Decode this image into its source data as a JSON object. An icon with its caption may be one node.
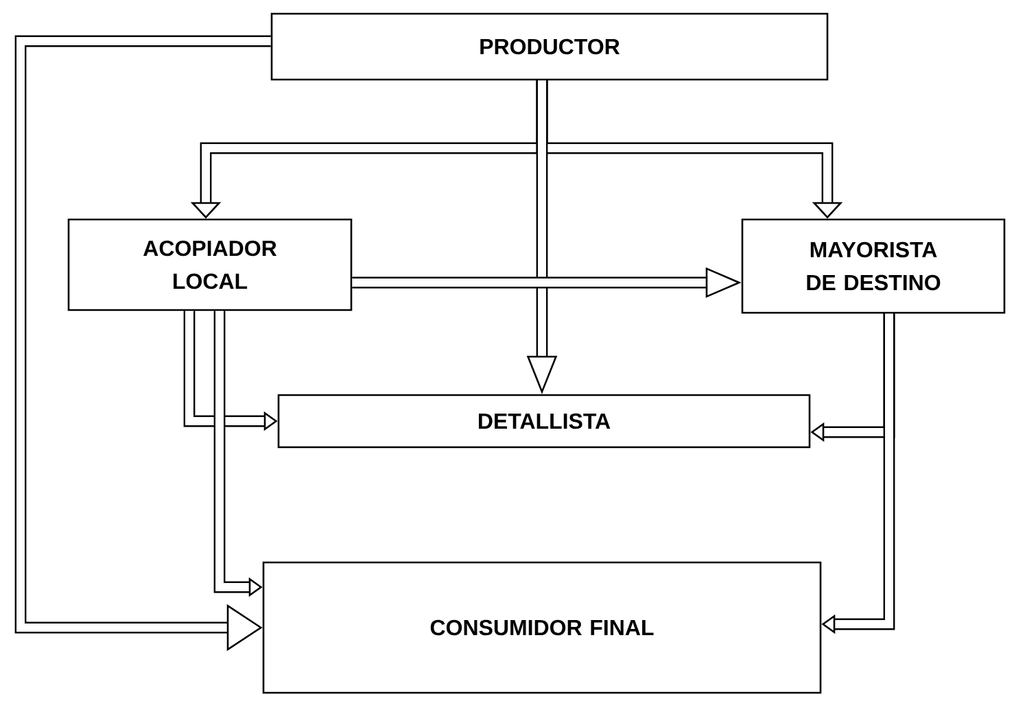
{
  "diagram": {
    "nodes": [
      {
        "text": [
          "PRODUCTOR"
        ]
      },
      {
        "text": [
          "ACOPIADOR LOCAL"
        ]
      },
      {
        "text": [
          "MAYORISTA DE DESTINO"
        ]
      },
      {
        "text": [
          "DETALLISTA"
        ]
      },
      {
        "text": [
          "CONSUMIDOR FINAL"
        ]
      }
    ],
    "edges": [
      {
        "from": 0,
        "to": 1,
        "arrow": "to"
      },
      {
        "from": 0,
        "to": 2,
        "arrow": "to"
      },
      {
        "from": 0,
        "to": 3,
        "arrow": "to"
      },
      {
        "from": 1,
        "to": 2,
        "arrow": "to"
      },
      {
        "from": 1,
        "to": 3,
        "arrow": "to"
      },
      {
        "from": 1,
        "to": 4,
        "arrow": "to"
      },
      {
        "from": 2,
        "to": 3,
        "arrow": "to"
      },
      {
        "from": 2,
        "to": 4,
        "arrow": "to"
      },
      {
        "from": 0,
        "to": 4,
        "arrow": "to"
      }
    ]
  }
}
